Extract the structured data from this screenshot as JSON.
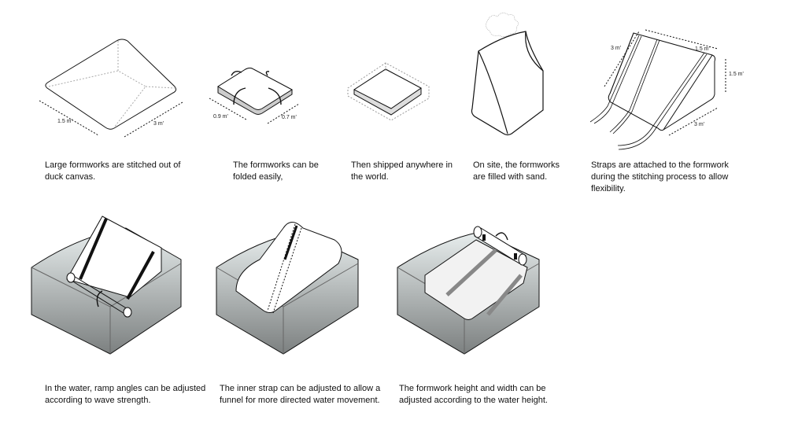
{
  "steps": [
    {
      "caption": "Large formworks are stitched out of\nduck canvas.",
      "dims": [
        "1.5 m'",
        "3 m'"
      ]
    },
    {
      "caption": "The formworks can be\nfolded easily,",
      "dims": [
        "0.9 m'",
        "0.7 m'"
      ]
    },
    {
      "caption": "Then shipped anywhere in\nthe world."
    },
    {
      "caption": "On site, the formworks\nare filled with sand."
    },
    {
      "caption": "Straps are attached to the formwork\nduring the stitching process to allow\nflexibility.",
      "dims": [
        "3 m'",
        "1.5 m'",
        "1.5 m'",
        "3 m'"
      ]
    },
    {
      "caption": "In the water, ramp angles can be adjusted\naccording to wave strength."
    },
    {
      "caption": "The inner strap can be adjusted to allow a\nfunnel for more directed water movement."
    },
    {
      "caption": "The formwork height and width can be\nadjusted according to the water height."
    }
  ]
}
